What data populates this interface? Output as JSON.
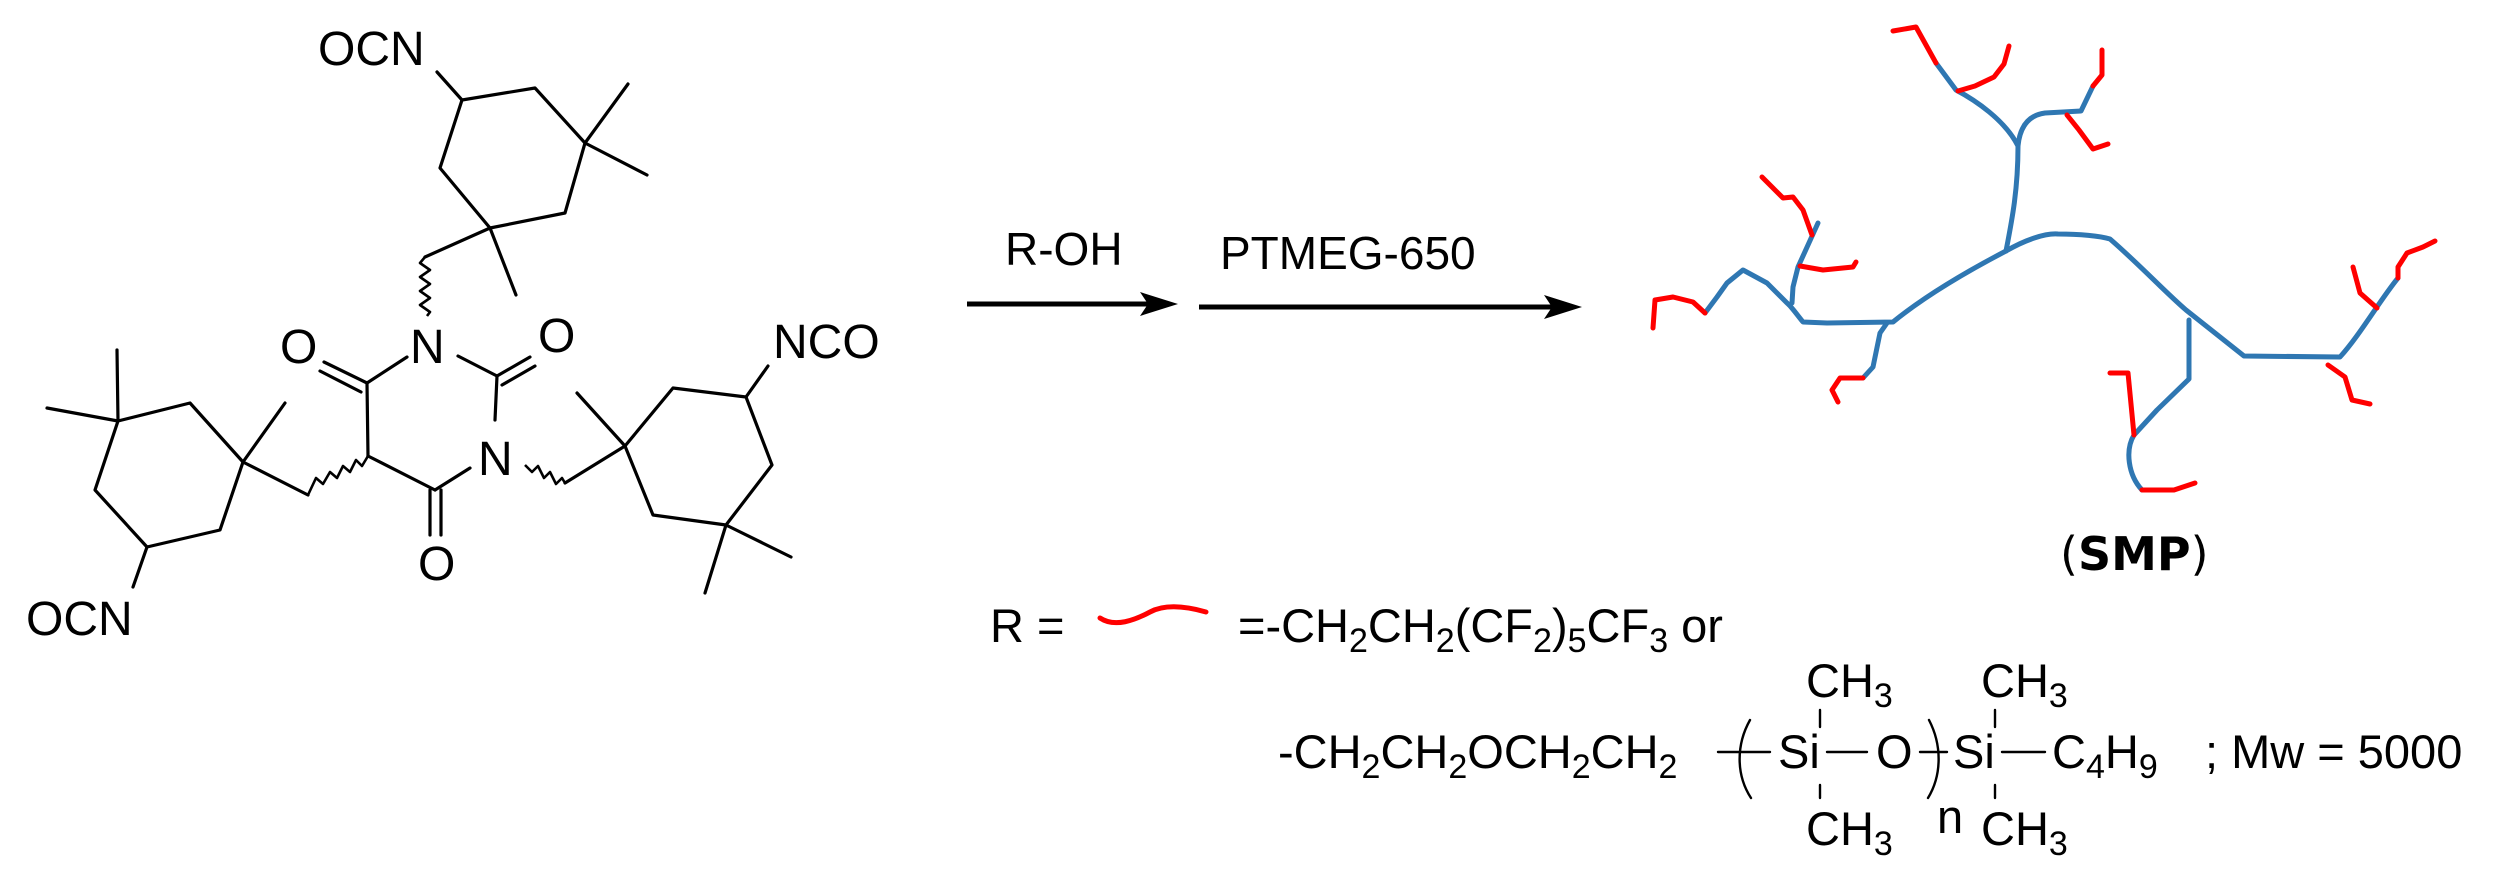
{
  "figure": {
    "type": "reaction-scheme",
    "colors": {
      "backbone": "#2f77b2",
      "end_group": "#ff0000",
      "text": "#000000"
    }
  },
  "reactant": {
    "name": "triisocyanate-barbiturate-core",
    "labels": {
      "top_group": "OCN",
      "left_group": "OCN",
      "right_group": "NCO",
      "n_top": "N",
      "n_right": "N",
      "o_left": "O",
      "o_right": "O",
      "o_bottom": "O"
    }
  },
  "reaction": {
    "step1_reagent": "R-OH",
    "step2_reagent": "PTMEG-650"
  },
  "product": {
    "label_open": "(",
    "label_main": "SMP",
    "label_close": ")"
  },
  "definition": {
    "r_label": "R =",
    "option1": {
      "prefix": "=-CH",
      "s1": "2",
      "p2": "CH",
      "s2": "2",
      "p3": "(CF",
      "s3": "2",
      "p4": ")",
      "s4": "5",
      "p5": "CF",
      "s5": "3",
      "suffix": " or"
    },
    "option2": {
      "p1": "-CH",
      "s1": "2",
      "p2": "CH",
      "s2": "2",
      "p3": "OCH",
      "s3": "2",
      "p4": "CH",
      "s4": "2",
      "si1": "Si",
      "o": "O",
      "si2": "Si",
      "ch3": "CH",
      "ch3_sub": "3",
      "n": "n",
      "c4": "C",
      "c4_sub": "4",
      "h9": "H",
      "h9_sub": "9",
      "mw": "; Mw = 5000"
    }
  }
}
